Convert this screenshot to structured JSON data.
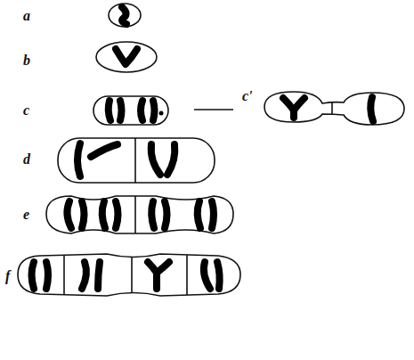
{
  "diagram": {
    "labels": [
      "a",
      "b",
      "c",
      "c'",
      "d",
      "e",
      "f"
    ]
  }
}
